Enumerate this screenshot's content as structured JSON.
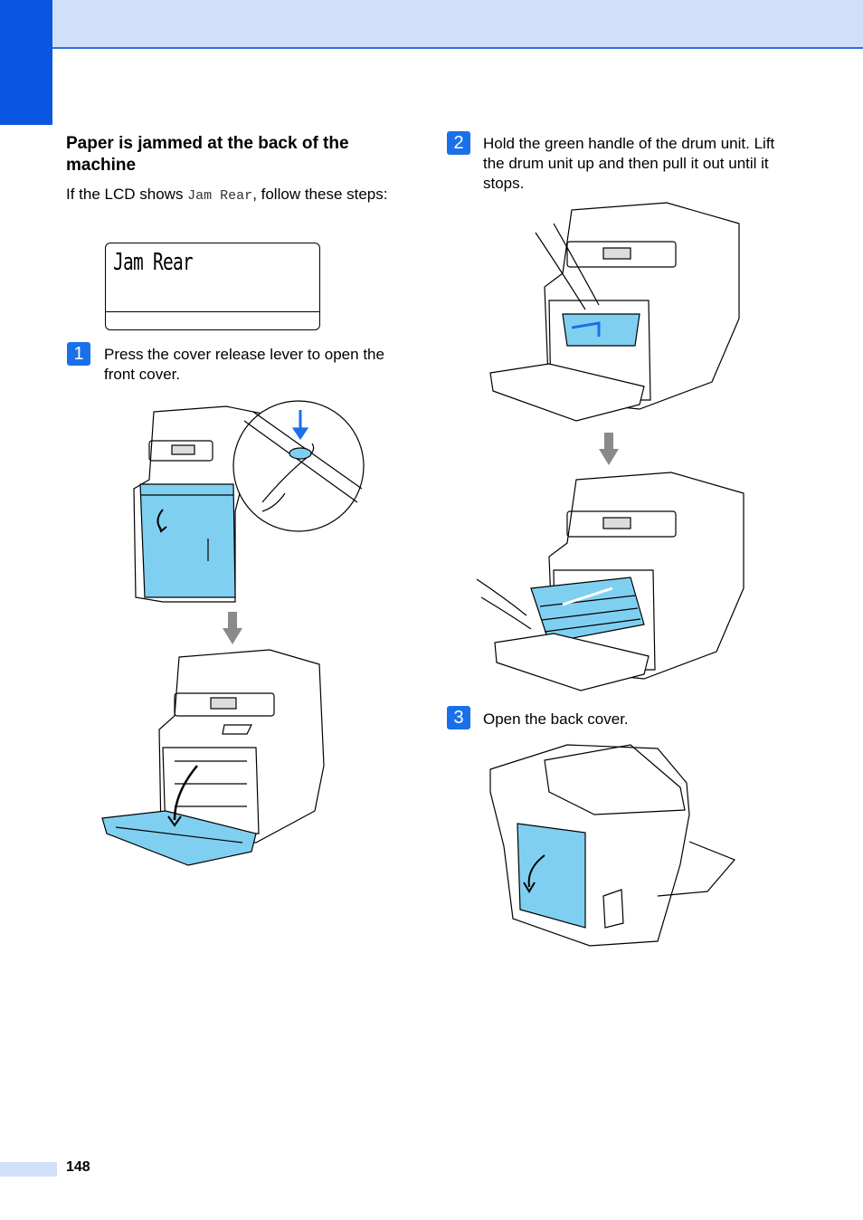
{
  "section": {
    "title": "Paper is jammed at the back of the machine",
    "intro_before": "If the LCD shows ",
    "intro_code": "Jam Rear",
    "intro_after": ", follow these steps:"
  },
  "lcd": {
    "text": "Jam Rear"
  },
  "steps": [
    {
      "number": "1",
      "text": "Press the cover release lever to open the front cover."
    },
    {
      "number": "2",
      "text": "Hold the green handle of the drum unit. Lift the drum unit up and then pull it out until it stops."
    },
    {
      "number": "3",
      "text": "Open the back cover."
    }
  ],
  "footer": {
    "page_number": "148"
  },
  "colors": {
    "accent": "#0a56e0",
    "band": "#cfe0f8",
    "highlight": "#7fd0f0"
  }
}
